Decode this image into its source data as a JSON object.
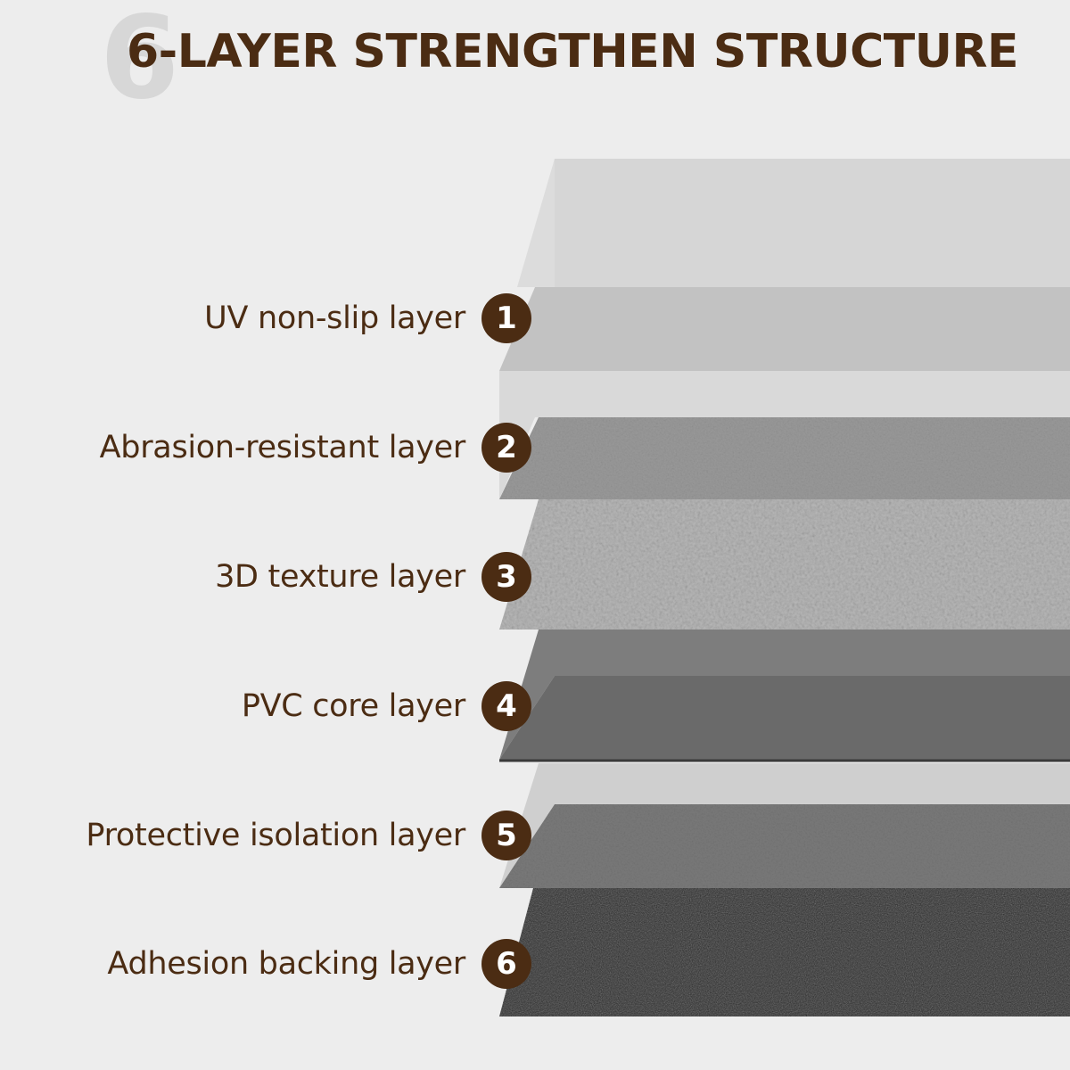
{
  "header": {
    "big_digit": "6",
    "title": "6-LAYER STRENGTHEN STRUCTURE"
  },
  "layers": [
    {
      "number": "1",
      "label": "UV non-slip layer"
    },
    {
      "number": "2",
      "label": "Abrasion-resistant layer"
    },
    {
      "number": "3",
      "label": "3D texture layer"
    },
    {
      "number": "4",
      "label": "PVC core layer"
    },
    {
      "number": "5",
      "label": "Protective isolation layer"
    },
    {
      "number": "6",
      "label": "Adhesion backing layer"
    }
  ],
  "colors": {
    "brand_brown": "#4b2c13",
    "background": "#ededed"
  }
}
